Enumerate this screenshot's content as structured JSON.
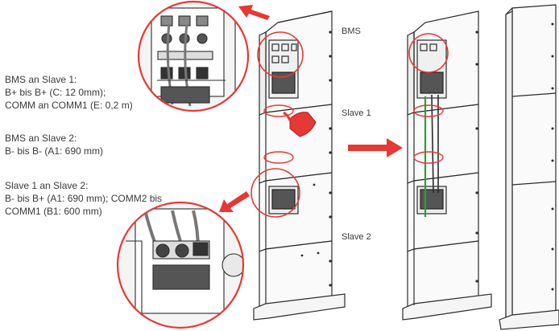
{
  "notes": {
    "n1": {
      "title": "BMS an Slave 1:",
      "line1": "B+ bis B+ (C: 12 0mm);",
      "line2": "COMM an COMM1 (E: 0,2 m)"
    },
    "n2": {
      "title": "BMS an Slave 2:",
      "line1": "B- bis B- (A1: 690 mm)"
    },
    "n3": {
      "title": "Slave 1 an Slave 2:",
      "line1": "B- bis B+ (A1: 690 mm); COMM2 bis",
      "line2": "COMM1 (B1: 600 mm)"
    }
  },
  "labels": {
    "bms": "BMS",
    "slave1": "Slave 1",
    "slave2": "Slave 2"
  },
  "colors": {
    "accent": "#e53935",
    "cable": "#2e9e3a",
    "line": "#2b2b2b"
  }
}
